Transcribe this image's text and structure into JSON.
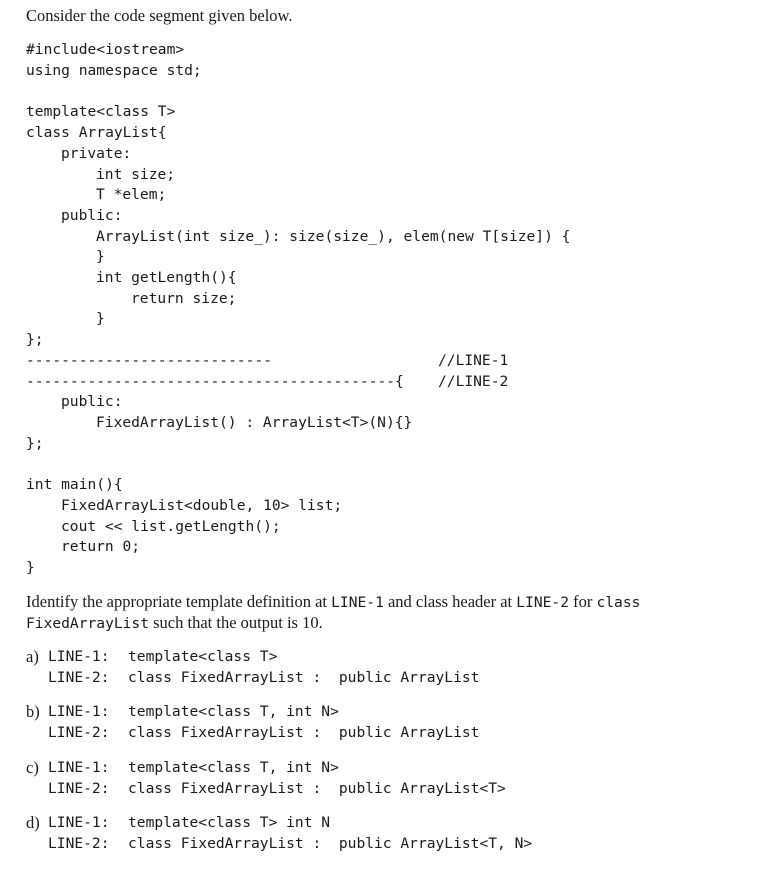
{
  "intro": "Consider the code segment given below.",
  "code": {
    "l1": "#include<iostream>",
    "l2": "using namespace std;",
    "l3": "template<class T>",
    "l4": "class ArrayList{",
    "l5": "private:",
    "l6": "int size;",
    "l7": "T *elem;",
    "l8": "public:",
    "l9": "ArrayList(int size_): size(size_), elem(new T[size]) {",
    "l10": "}",
    "l11": "int getLength(){",
    "l12": "return size;",
    "l13": "}",
    "l14": "};",
    "blank1": "----------------------------",
    "comment1": "//LINE-1",
    "blank2": "------------------------------------------{",
    "comment2": "//LINE-2",
    "l17": "public:",
    "l18": "FixedArrayList() : ArrayList<T>(N){}",
    "l19": "};",
    "l20": "int main(){",
    "l21": "FixedArrayList<double, 10> list;",
    "l22": "cout << list.getLength();",
    "l23": "return 0;",
    "l24": "}"
  },
  "question": {
    "p1": "Identify the appropriate template definition at ",
    "c1": "LINE-1",
    "p2": " and class header at ",
    "c2": "LINE-2",
    "p3": " for ",
    "c3": "class",
    "c4": "FixedArrayList",
    "p4": " such that the output is 10."
  },
  "options": [
    {
      "key": "a)",
      "line1_label": "LINE-1:",
      "line1": "template<class T>",
      "line2_label": "LINE-2:",
      "line2": "class FixedArrayList :  public ArrayList"
    },
    {
      "key": "b)",
      "line1_label": "LINE-1:",
      "line1": "template<class T, int N>",
      "line2_label": "LINE-2:",
      "line2": "class FixedArrayList :  public ArrayList"
    },
    {
      "key": "c)",
      "line1_label": "LINE-1:",
      "line1": "template<class T, int N>",
      "line2_label": "LINE-2:",
      "line2": "class FixedArrayList :  public ArrayList<T>"
    },
    {
      "key": "d)",
      "line1_label": "LINE-1:",
      "line1": "template<class T> int N",
      "line2_label": "LINE-2:",
      "line2": "class FixedArrayList :  public ArrayList<T, N>"
    }
  ]
}
